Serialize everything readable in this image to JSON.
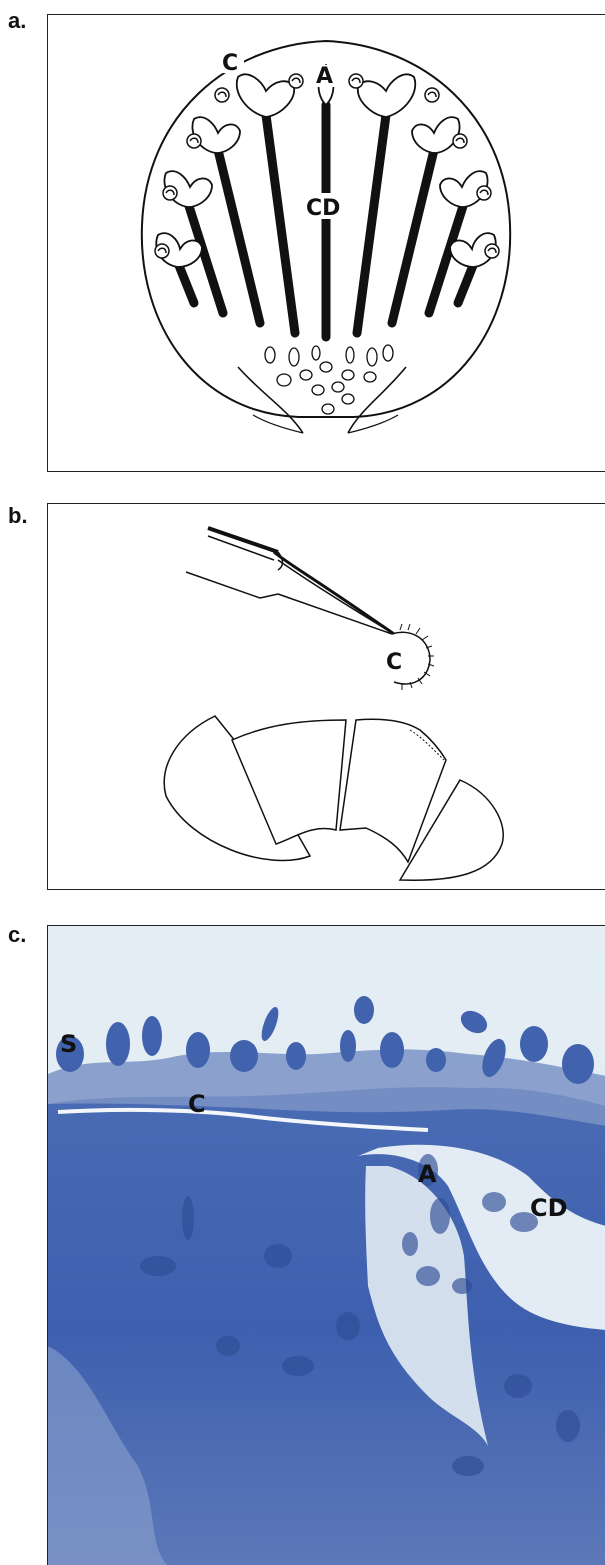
{
  "panels": [
    {
      "id": "a",
      "label": "a.",
      "annotations": {
        "cortex": "C",
        "ampulla": "A",
        "collecting_duct": "CD"
      }
    },
    {
      "id": "b",
      "label": "b.",
      "annotations": {
        "cortex": "C"
      }
    },
    {
      "id": "c",
      "label": "c.",
      "annotations": {
        "stroma": "S",
        "cortex": "C",
        "ampulla": "A",
        "collecting_duct": "CD"
      }
    }
  ],
  "colors": {
    "ink": "#111111",
    "tissue": "#3d5fae",
    "tissue_dark": "#2a4593",
    "background_c": "#e3ecf4"
  }
}
